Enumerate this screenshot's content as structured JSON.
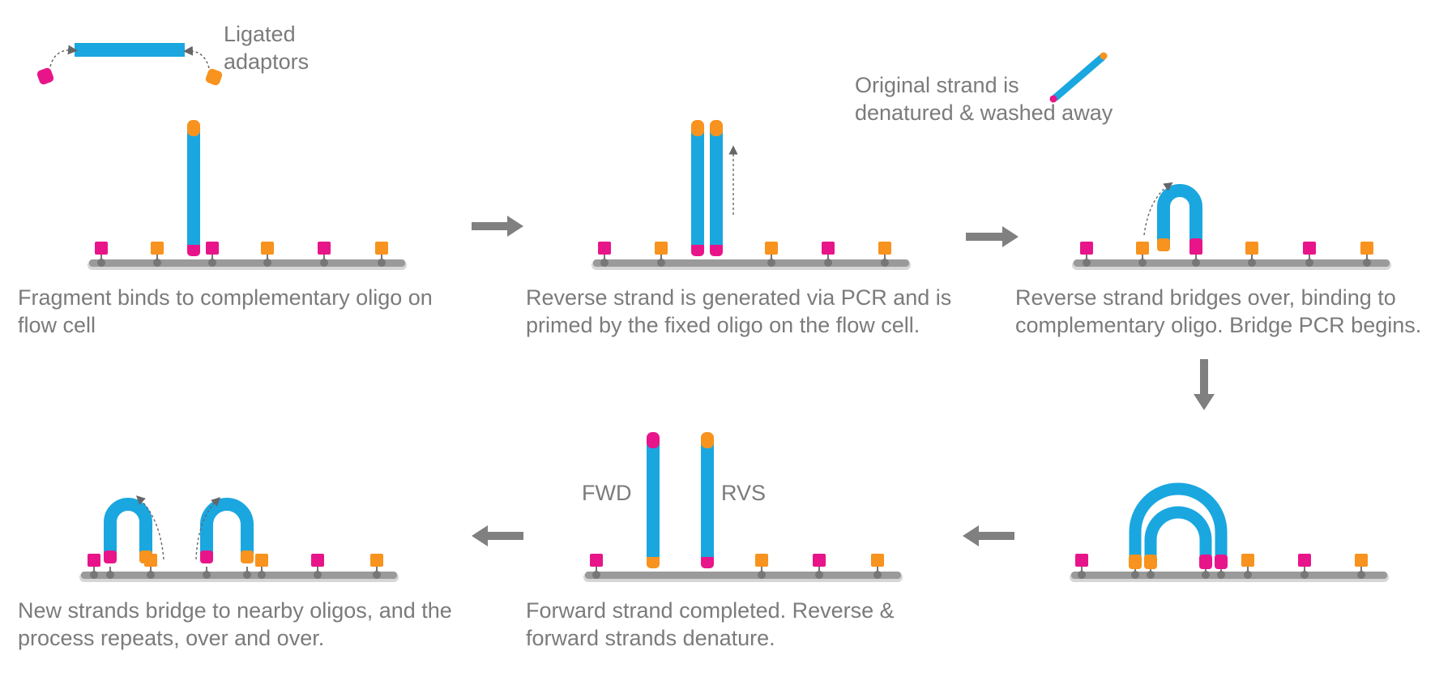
{
  "colors": {
    "strand": "#1aa7e0",
    "magenta_adaptor": "#e8158a",
    "orange_adaptor": "#f7931e",
    "surface": "#9a9a9a",
    "text": "#7b7b7b",
    "arrow": "#808080"
  },
  "labels": {
    "ligated_adaptors": [
      "Ligated",
      "adaptors"
    ],
    "original_strand": [
      "Original strand is",
      "denatured & washed away"
    ],
    "fwd": "FWD",
    "rvs": "RVS"
  },
  "steps": [
    {
      "caption": [
        "Fragment binds to complementary oligo on",
        "flow cell"
      ]
    },
    {
      "caption": [
        "Reverse strand is generated via PCR and is",
        "primed by the fixed oligo on the flow cell."
      ]
    },
    {
      "caption": [
        "Reverse strand bridges over, binding to",
        "complementary oligo. Bridge PCR begins."
      ]
    },
    {
      "caption": []
    },
    {
      "caption": [
        "Forward strand completed. Reverse &",
        "forward strands denature."
      ]
    },
    {
      "caption": [
        "New strands bridge to nearby oligos, and the",
        "process repeats, over and over."
      ]
    }
  ]
}
